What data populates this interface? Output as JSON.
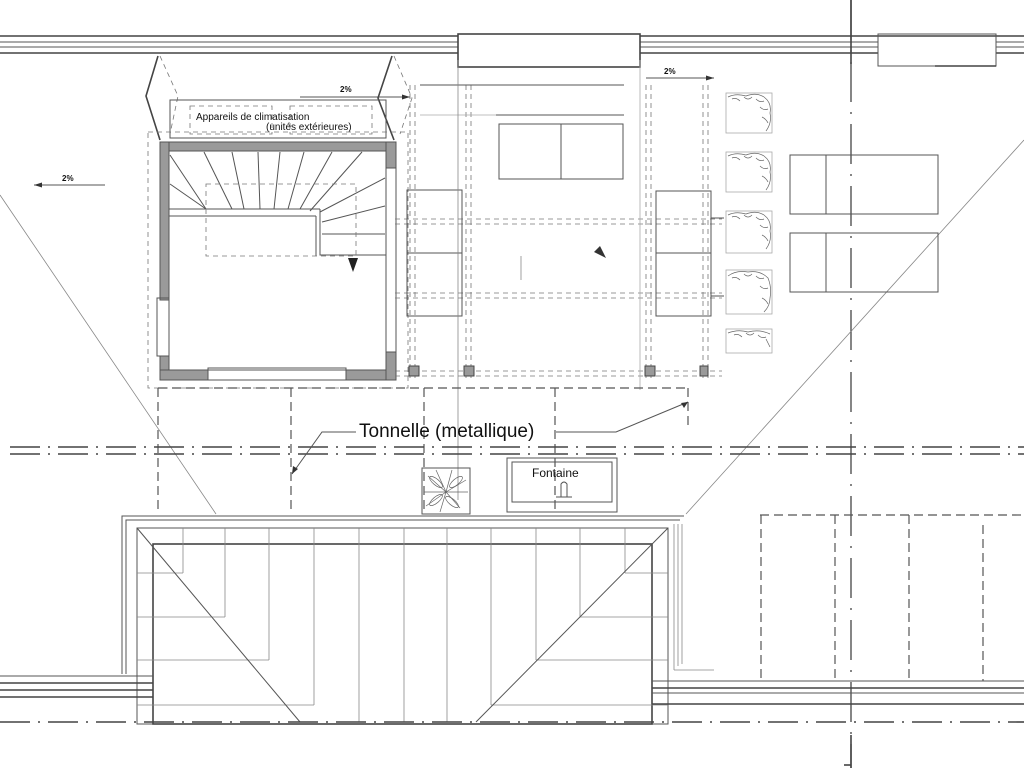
{
  "drawing": {
    "type": "architectural-floor-plan",
    "colors": {
      "line": "#555555",
      "wall_fill": "#9a9a9a",
      "background": "#ffffff"
    }
  },
  "labels": {
    "ac_units_line1": "Appareils de climatisation",
    "ac_units_line2": "(unités extérieures)",
    "pergola": "Tonnelle (metallique)",
    "fountain": "Fontaine",
    "slope_left": "2%",
    "slope_top_left": "2%",
    "slope_top_right": "2%"
  },
  "elements": {
    "stair_well": "staircase",
    "stair_direction": "down-arrow",
    "planters": 5,
    "loungers": 2,
    "pergola_posts": 4,
    "plant_pot": "plant-icon",
    "fountain_tap": "tap-icon"
  }
}
